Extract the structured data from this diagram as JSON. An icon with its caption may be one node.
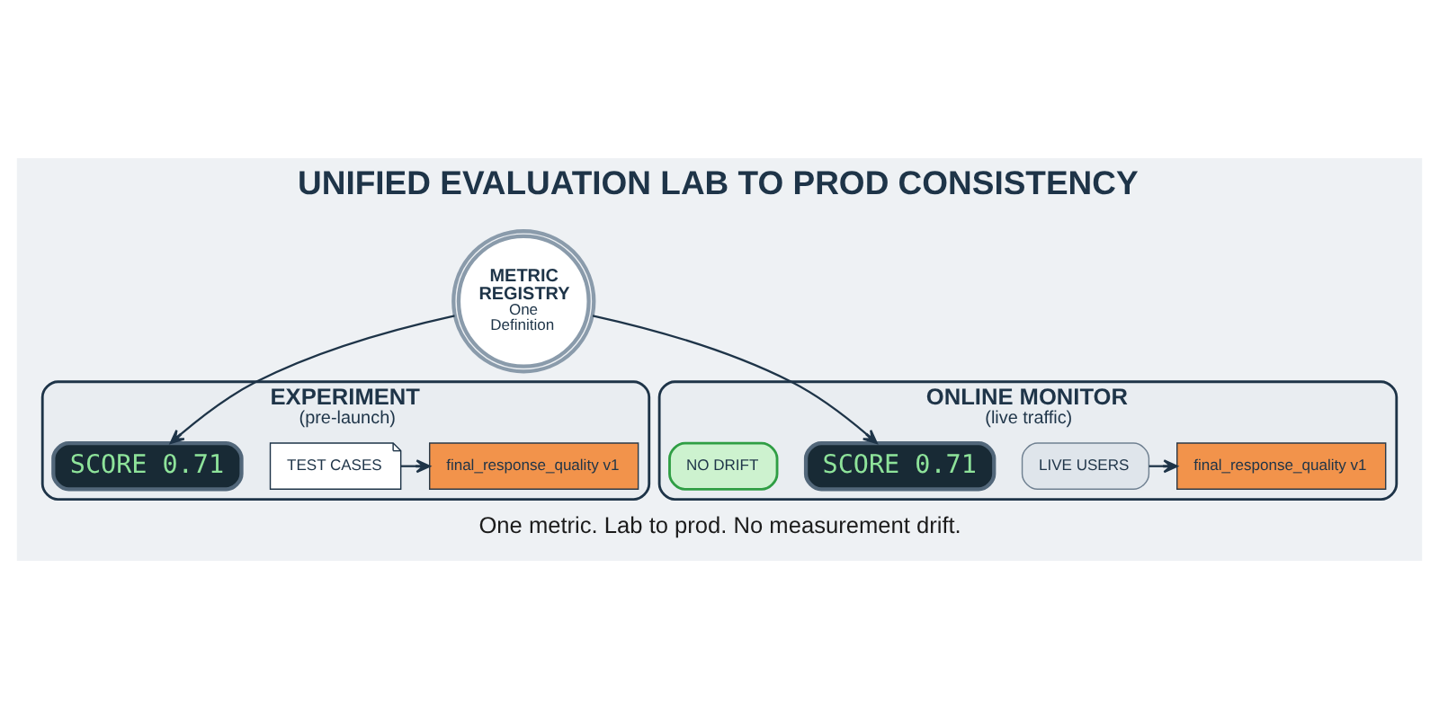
{
  "diagram": {
    "title": "UNIFIED EVALUATION LAB TO PROD CONSISTENCY",
    "caption": "One metric. Lab to prod. No measurement drift.",
    "nodes": [
      {
        "text": [
          "EXPERIMENT",
          "(pre-launch)"
        ]
      },
      {
        "text": [
          "TEST CASES"
        ],
        "in": 0
      },
      {
        "text": [
          "final_response_quality v1"
        ],
        "in": 0
      },
      {
        "text": [
          "SCORE 0.71"
        ],
        "in": 0
      },
      {
        "text": [
          "ONLINE MONITOR",
          "(live traffic)"
        ]
      },
      {
        "text": [
          "LIVE USERS"
        ],
        "in": 4
      },
      {
        "text": [
          "final_response_quality v1"
        ],
        "in": 4
      },
      {
        "text": [
          "SCORE 0.71"
        ],
        "in": 4
      },
      {
        "text": [
          "NO DRIFT"
        ],
        "in": 4
      },
      {
        "text": [
          "METRIC REGISTRY",
          "One Definition"
        ]
      }
    ],
    "edges": [
      {
        "from": 1,
        "to": 2,
        "arrow": "to"
      },
      {
        "from": 9,
        "to": 3,
        "arrow": "to"
      },
      {
        "from": 5,
        "to": 6,
        "arrow": "to"
      },
      {
        "from": 9,
        "to": 7,
        "arrow": "to"
      }
    ]
  }
}
